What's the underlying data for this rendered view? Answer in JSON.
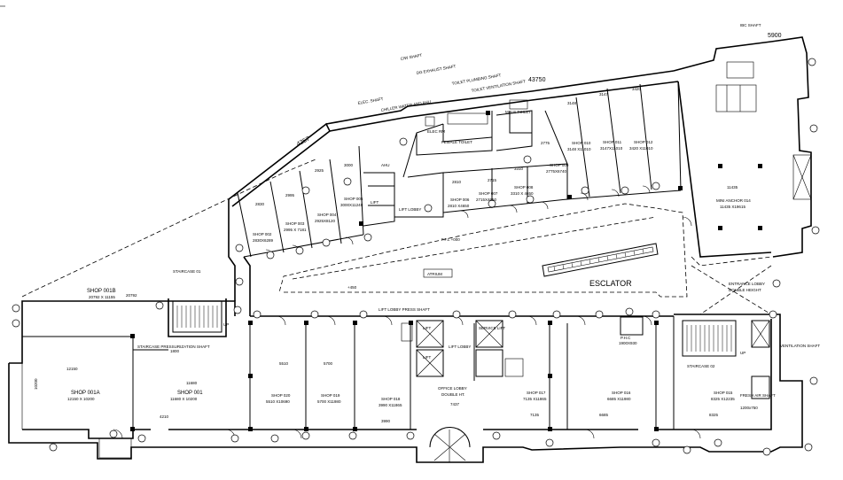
{
  "dims": {
    "top_overall": "43750",
    "top_right": "5900",
    "diag_left": "4257"
  },
  "shaft_labels": {
    "cw_shaft": "C/W SHAFT",
    "dg_exhaust": "DG EXHAUST SHAFT",
    "elec_shaft": "ELEC. SHAFT",
    "chiller": "CHILLER WATER AND AHU",
    "toilet_plumbing": "TOILET PLUMBING SHAFT",
    "toilet_vent": "TOILET VENTILATION SHAFT",
    "ibc_shaft": "IBC SHAFT",
    "ventilation_shaft": "VENTILATION SHAFT",
    "fresh_air": "FRESH AIR SHAFT",
    "fresh_air_dim": "1200x750",
    "stair_press": "STAIRCASE PRESSURIZATION SHAFT",
    "lift_lobby_press": "LIFT LOBBY PRESS SHAFT"
  },
  "rooms": {
    "shop_001": {
      "name": "SHOP 001",
      "size": "11680 X 10200"
    },
    "shop_001a": {
      "name": "SHOP 001A",
      "size": "12150 X 10200"
    },
    "shop_001b": {
      "name": "SHOP 001B",
      "size": "20792 X 11155"
    },
    "shop_002": {
      "name": "SHOP 002",
      "size": "2830X6289"
    },
    "shop_003": {
      "name": "SHOP 003",
      "size": "2995 X 7181"
    },
    "shop_004": {
      "name": "SHOP 004",
      "size": "2925X8120"
    },
    "shop_005": {
      "name": "SHOP 005",
      "size": "3000X11240"
    },
    "shop_006": {
      "name": "SHOP 006",
      "size": "2810 X4650"
    },
    "shop_007": {
      "name": "SHOP 007",
      "size": "2715X4650"
    },
    "shop_008": {
      "name": "SHOP 008",
      "size": "3310 X 4650"
    },
    "shop_009": {
      "name": "SHOP 009",
      "size": "2775X6740"
    },
    "shop_010": {
      "name": "SHOP 010",
      "size": "3148 X11010"
    },
    "shop_011": {
      "name": "SHOP 011",
      "size": "3147X11010"
    },
    "shop_012": {
      "name": "SHOP 012",
      "size": "3420 X11010"
    },
    "mini_anchor": {
      "name": "MINI ANCHOR 014",
      "size": "11435 X19615"
    },
    "shop_015": {
      "name": "SHOP 015",
      "size": "8325 X12235"
    },
    "shop_016": {
      "name": "SHOP 016",
      "size": "6685 X11980"
    },
    "shop_017": {
      "name": "SHOP 017",
      "size": "7135 X11865"
    },
    "shop_018": {
      "name": "SHOP 018",
      "size": "3990 X11865"
    },
    "shop_019": {
      "name": "SHOP 019",
      "size": "5700 X11980"
    },
    "shop_020": {
      "name": "SHOP 020",
      "size": "5510 X10690"
    }
  },
  "labels": {
    "atrium": "ATRIUM",
    "esclator": "ESCLATOR",
    "entrance_lobby": "ENTRANCE LOBBY",
    "double_height": "DOUBLE HEIGHT",
    "office_lobby": "OFFICE LOBBY",
    "double_ht": "DOUBLE HT.",
    "lift_lobby": "LIFT LOBBY",
    "lift": "LIFT",
    "service_lift": "SERVICE LIFT",
    "lift_lobby_small": "LIFT LOBBY",
    "ahu": "AHU",
    "elec_rm": "ELEC RM",
    "male_toilet": "MALE TOILET",
    "female_toilet": "FEMALE TOILET",
    "phc": "P.H.C",
    "phc_dim": "1900X930",
    "staircase_01": "STAIRCASE 01",
    "staircase_02": "STAIRCASE 02",
    "up": "UP",
    "ffl": "F.F.L +000",
    "lvl_small": "+450"
  },
  "dim_text": {
    "d1": "12150",
    "d2": "11680",
    "d3": "5510",
    "d4": "5700",
    "d5": "3990",
    "d6": "7135",
    "d7": "6685",
    "d8": "8325",
    "d9": "11435",
    "d10": "10200",
    "d11": "2830",
    "d12": "2995",
    "d13": "2925",
    "d14": "3000",
    "d15": "2810",
    "d16": "2715",
    "d17": "3310",
    "d18": "2775",
    "d19": "3148",
    "d20": "3147",
    "d21": "3420",
    "d22": "20792",
    "d23": "1800",
    "d24": "4210",
    "d25": "7437"
  }
}
